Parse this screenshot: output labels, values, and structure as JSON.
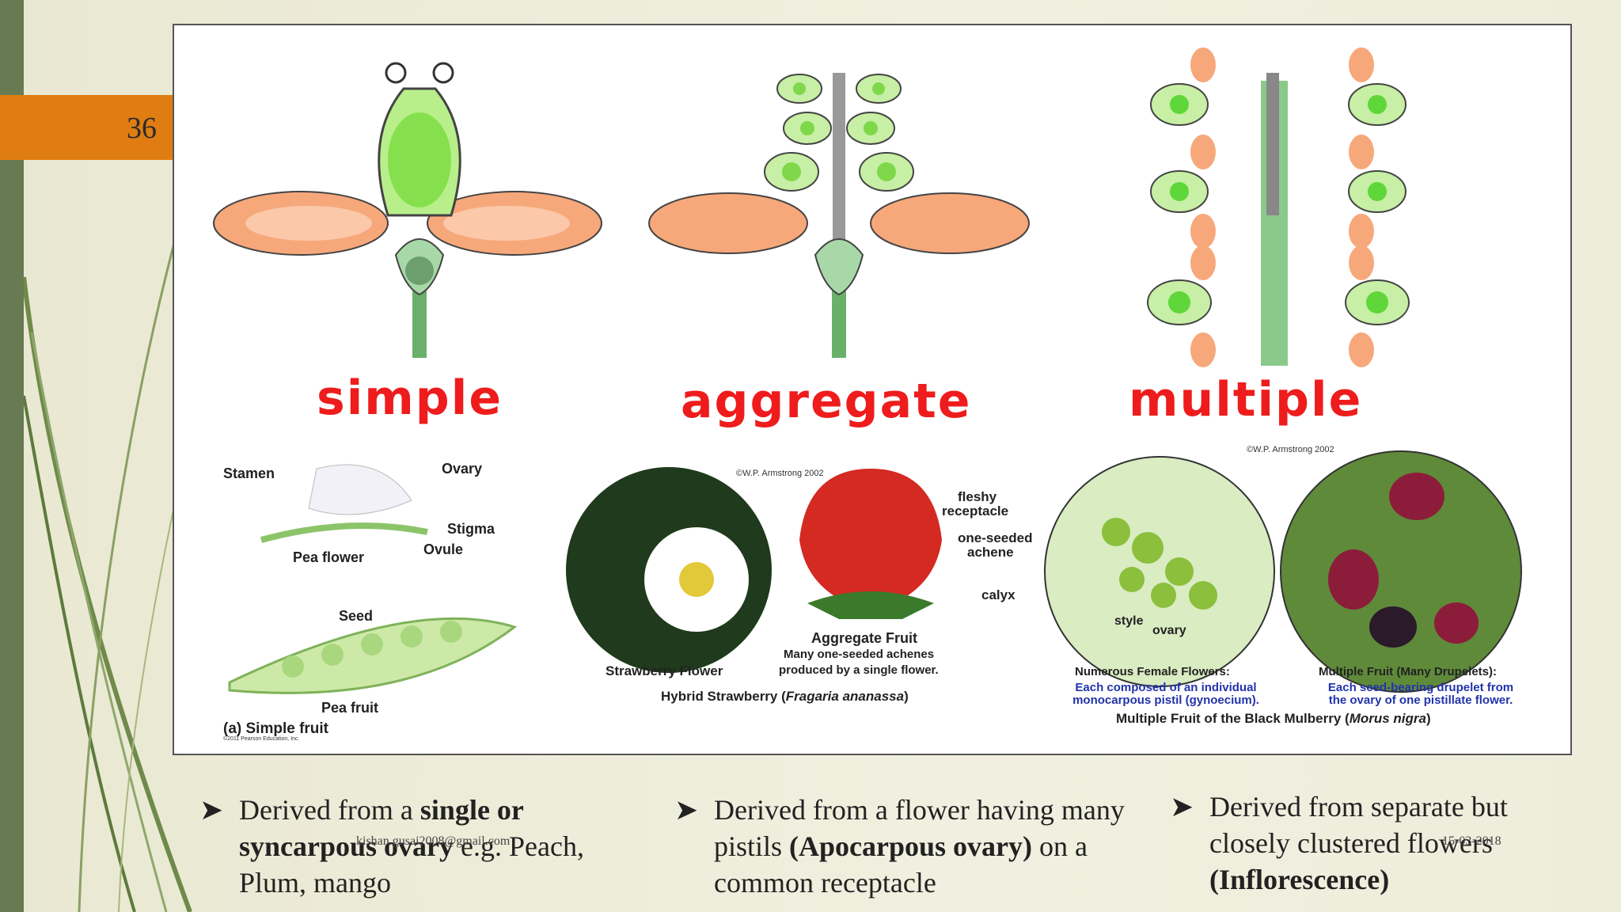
{
  "slide_number": "36",
  "diagram": {
    "labels": {
      "simple": "simple",
      "aggregate": "aggregate",
      "multiple": "multiple"
    }
  },
  "pea": {
    "stamen": "Stamen",
    "ovary": "Ovary",
    "stigma": "Stigma",
    "ovule": "Ovule",
    "pea_flower": "Pea flower",
    "seed": "Seed",
    "pea_fruit": "Pea fruit",
    "caption": "(a) Simple fruit",
    "copyright": "©2011 Pearson Education, Inc."
  },
  "strawberry": {
    "copyright": "©W.P. Armstrong 2002",
    "fleshy_receptacle_1": "fleshy",
    "fleshy_receptacle_2": "receptacle",
    "achene_1": "one-seeded",
    "achene_2": "achene",
    "calyx": "calyx",
    "aggregate_fruit": "Aggregate Fruit",
    "aggregate_desc_1": "Many one-seeded achenes",
    "aggregate_desc_2": "produced by a single flower.",
    "strawberry_flower": "Strawberry Flower",
    "caption_prefix": "Hybrid Strawberry (",
    "caption_italic": "Fragaria ananassa",
    "caption_suffix": ")"
  },
  "mulberry": {
    "copyright": "©W.P. Armstrong 2002",
    "style": "style",
    "ovary": "ovary",
    "female_title": "Numerous Female Flowers:",
    "female_desc_1": "Each composed of an individual",
    "female_desc_2": "monocarpous pistil (gynoecium).",
    "multiple_title": "Multiple Fruit (Many Drupelets):",
    "multiple_desc_1": "Each seed-bearing drupelet from",
    "multiple_desc_2": "the ovary of one pistillate flower.",
    "caption_prefix": "Multiple Fruit of the Black Mulberry (",
    "caption_italic": "Morus nigra",
    "caption_suffix": ")"
  },
  "bullets": {
    "b1_a": "Derived from a ",
    "b1_bold": "single or syncarpous ovary",
    "b1_c": " e.g. Peach, Plum, mango",
    "b2_a": "Derived from a flower having many pistils ",
    "b2_bold": "(Apocarpous ovary)",
    "b2_c": " on a common receptacle",
    "b3_a": "Derived from separate but closely clustered flowers ",
    "b3_bold": "(Inflorescence)"
  },
  "footer": {
    "email": "kishan.gusai2008@gmail.com",
    "date": "15-03-2018"
  },
  "colors": {
    "accent": "#e07d12",
    "bar": "#687a52",
    "label_red": "#ee1c1c"
  }
}
